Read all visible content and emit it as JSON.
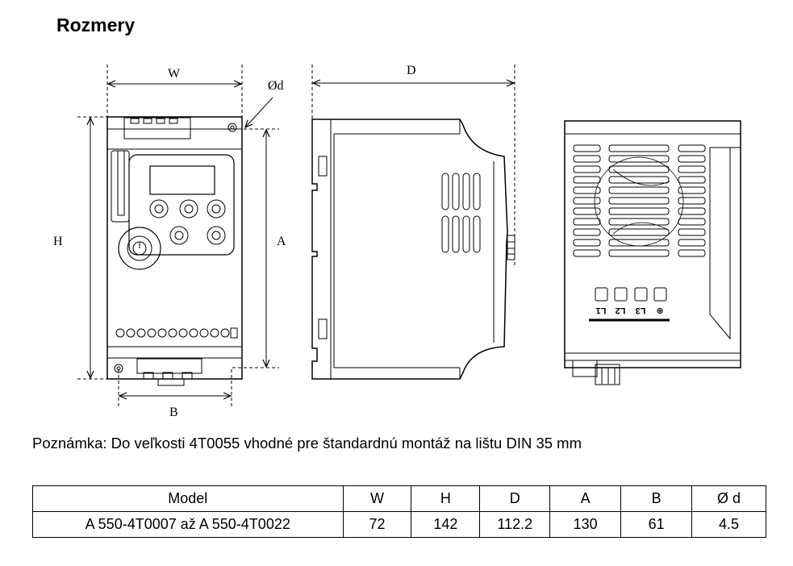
{
  "title": "Rozmery",
  "dimension_labels": {
    "w": "W",
    "d": "D",
    "h": "H",
    "a": "A",
    "b": "B",
    "od": "Ød"
  },
  "terminal_labels": [
    "L1",
    "L2",
    "L3",
    "⊕"
  ],
  "note": "Poznámka: Do veľkosti 4T0055 vhodné pre štandardnú montáž na lištu DIN 35 mm",
  "table": {
    "headers": [
      "Model",
      "W",
      "H",
      "D",
      "A",
      "B",
      "Ø d"
    ],
    "rows": [
      [
        "A 550-4T0007 až A 550-4T0022",
        "72",
        "142",
        "112.2",
        "130",
        "61",
        "4.5"
      ]
    ]
  }
}
